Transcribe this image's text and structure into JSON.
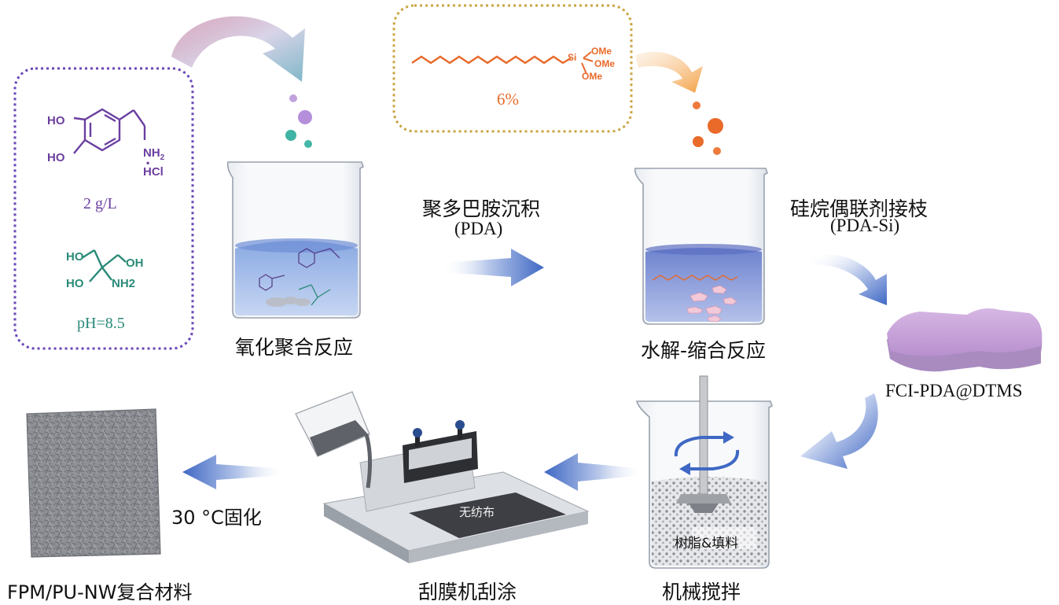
{
  "colors": {
    "purple": "#6b3fa0",
    "teal": "#2a8a78",
    "orange": "#e86a2a",
    "arrow_blue": "#3f68c4",
    "dashed_box_purple": "#6a46b8",
    "dashed_box_gold": "#c9a440"
  },
  "dopamine": {
    "oh_top": "HO",
    "oh_bottom": "HO",
    "amine": "NH",
    "amine_sub": "2",
    "dot": "•",
    "salt": "HCl",
    "concentration": "2 g/L"
  },
  "tris": {
    "oh_left": "HO",
    "oh_right": "OH",
    "oh_bottom": "HO",
    "amine": "NH2",
    "ph": "pH=8.5"
  },
  "silane": {
    "si": "Si",
    "ome1": "OMe",
    "ome2": "OMe",
    "ome3": "OMe",
    "amount": "6%"
  },
  "steps": {
    "oxidative_polymerization": "氧化聚合反应",
    "pda_deposition": "聚多巴胺沉积",
    "pda_abbr": "(PDA)",
    "hydrolysis_condensation": "水解-缩合反应",
    "silane_grafting": "硅烷偶联剂接枝",
    "pda_si_abbr": "(PDA-Si)",
    "product_filler": "FCI-PDA@DTMS",
    "mechanical_stirring": "机械搅拌",
    "resin_filler": "树脂&填料",
    "scraping_coating": "刮膜机刮涂",
    "nonwoven": "无纺布",
    "curing": "30 °C固化",
    "final_material": "FPM/PU-NW复合材料"
  },
  "icons": {
    "flow_arrow": "flow-arrow-icon",
    "curved_arrow": "curved-arrow-icon",
    "stir_rotation": "rotation-arrows-icon"
  }
}
